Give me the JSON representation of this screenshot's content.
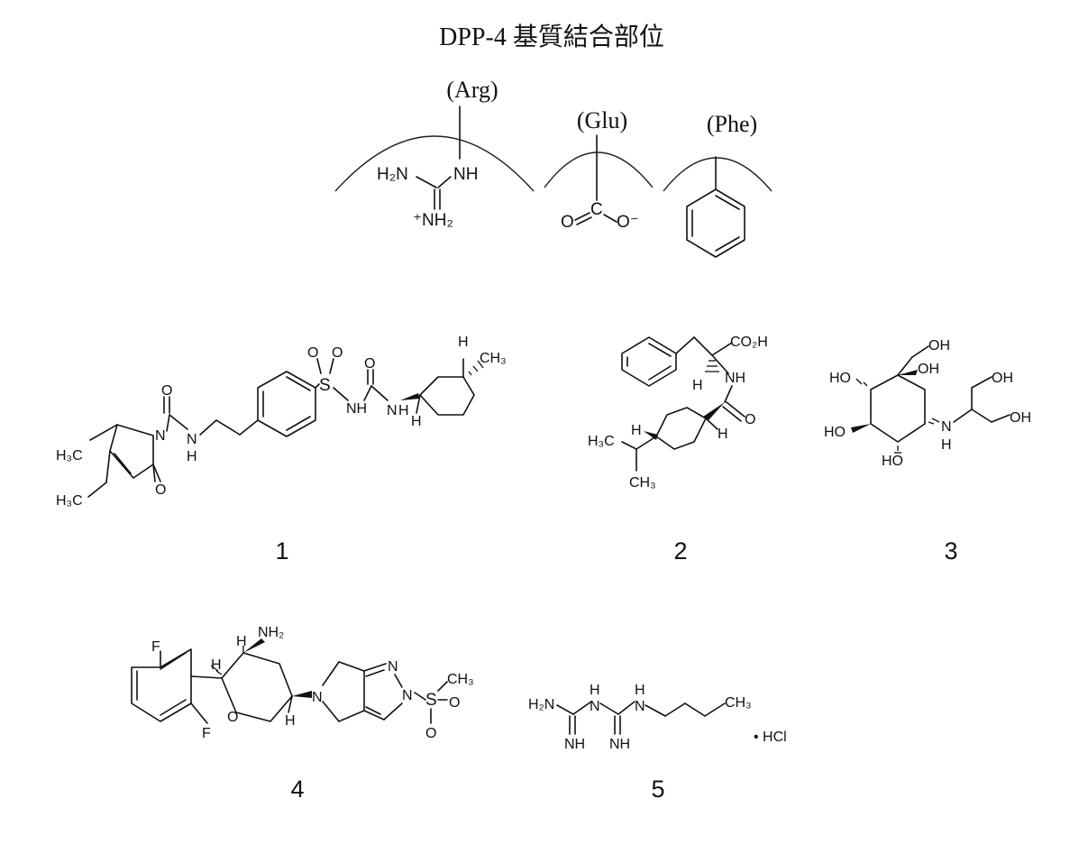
{
  "title": "DPP-4 基質結合部位",
  "binding_site": {
    "residues": [
      "(Arg)",
      "(Glu)",
      "(Phe)"
    ],
    "arg_group": {
      "nh2": "H₂N",
      "nh": "NH",
      "nh2_plus": "⁺NH₂"
    },
    "glu_group": {
      "c": "C",
      "o_left": "O",
      "o_minus": "O⁻"
    }
  },
  "compounds": [
    {
      "number": "1"
    },
    {
      "number": "2"
    },
    {
      "number": "3"
    },
    {
      "number": "4"
    },
    {
      "number": "5"
    }
  ],
  "atoms": {
    "h3c": "H₃C",
    "ch3": "CH₃",
    "o": "O",
    "n": "N",
    "nh": "NH",
    "hn": "H",
    "h": "H",
    "s": "S",
    "co2h": "CO₂H",
    "oh": "OH",
    "ho": "HO",
    "f": "F",
    "nh2": "NH₂",
    "h2n": "H₂N",
    "hcl": "• HCl"
  }
}
